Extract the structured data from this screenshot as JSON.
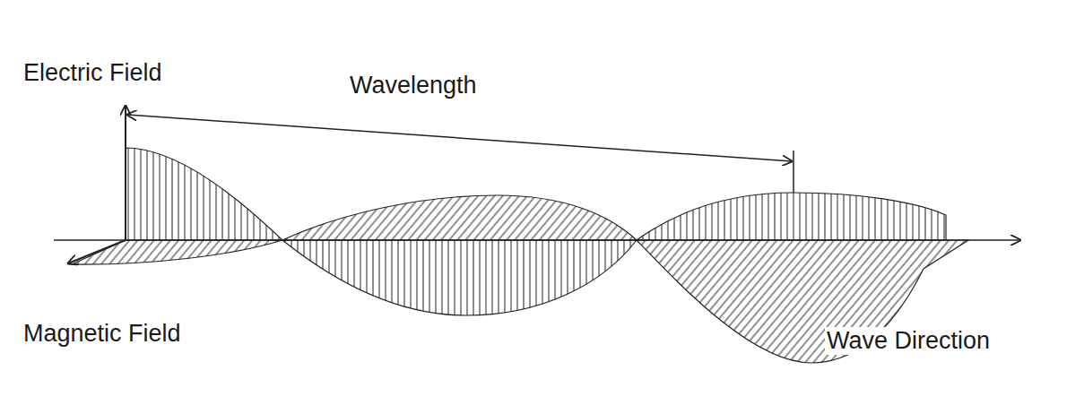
{
  "diagram": {
    "labels": [
      "Electric Field",
      "Wavelength",
      "Magnetic Field",
      "Wave Direction"
    ]
  }
}
